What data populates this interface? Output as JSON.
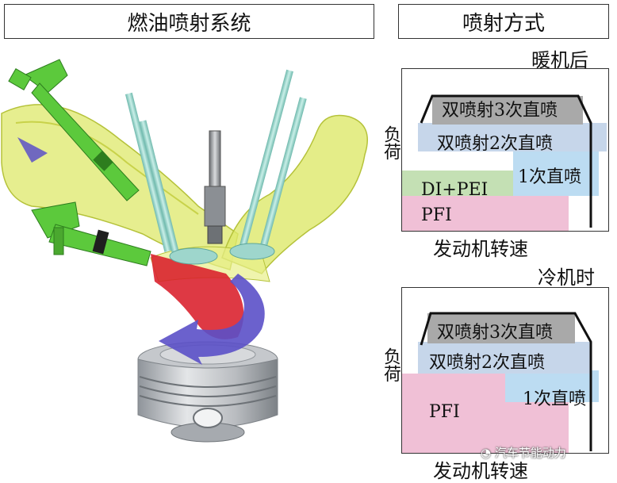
{
  "headers": {
    "fuel_system": "燃油喷射系统",
    "injection_mode": "喷射方式"
  },
  "warm": {
    "condition": "暖机后",
    "y_axis": "负荷",
    "x_axis": "发动机转速",
    "bands": [
      "双喷射3次直喷",
      "双喷射2次直喷",
      "1次直喷",
      "DI+PEI",
      "PFI"
    ]
  },
  "cold": {
    "condition": "冷机时",
    "y_axis": "负荷",
    "x_axis": "发动机转速",
    "bands": [
      "双喷射3次直喷",
      "双喷射2次直喷",
      "1次直喷",
      "PFI"
    ]
  },
  "watermark": "汽车节能动力",
  "colors": {
    "band_triple": "#a9a9a9",
    "band_double": "#c6d6ea",
    "band_single": "#bcdcf2",
    "band_di_pei": "#c4e0b4",
    "band_pfi": "#f0c0d6",
    "injector_green": "#5cc93c",
    "port_yellow": "#dde86a",
    "valve_teal": "#9ed6cc",
    "flow_red": "#d91e2a",
    "flow_blue": "#5b50c8"
  }
}
